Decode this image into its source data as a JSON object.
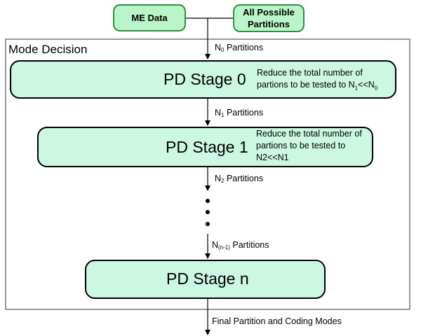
{
  "inputs": {
    "me_data": "ME Data",
    "all_partitions": "All Possible Partitions"
  },
  "container": {
    "label": "Mode Decision"
  },
  "stages": [
    {
      "title": "PD Stage 0",
      "desc_pre": "Reduce the total number of partions to be tested to N",
      "desc_sub1": "1",
      "desc_mid": "<<N",
      "desc_sub2": "0"
    },
    {
      "title": "PD Stage 1",
      "desc": "Reduce the total number of partions to be tested to N2<<N1"
    },
    {
      "title": "PD Stage n"
    }
  ],
  "edges": [
    {
      "base": "N",
      "sub": "0",
      "rest": " Partitions"
    },
    {
      "base": "N",
      "sub": "1",
      "rest": " Partitions"
    },
    {
      "base": "N",
      "sub": "2",
      "rest": " Partitions"
    },
    {
      "base": "N",
      "sub": "(n-1)",
      "rest": " Partitions"
    }
  ],
  "output": {
    "label": "Final Partition and Coding Modes"
  },
  "ellipsis_dots": 3
}
